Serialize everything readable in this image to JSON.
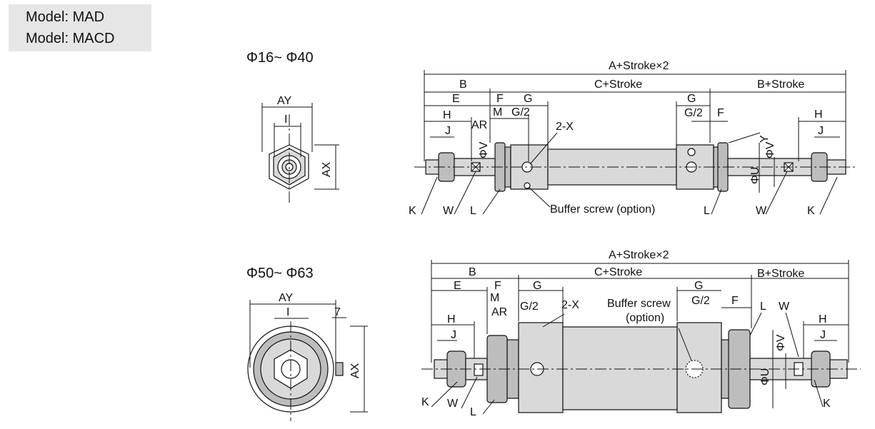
{
  "models": [
    "Model: MAD",
    "Model: MACD"
  ],
  "section1": {
    "title": "Φ16~ Φ40",
    "end_view": {
      "AY": "AY",
      "I": "I",
      "AX": "AX"
    },
    "side": {
      "A_stroke": "A+Stroke×2",
      "B": "B",
      "C_stroke": "C+Stroke",
      "B_stroke": "B+Stroke",
      "E": "E",
      "F": "F",
      "G": "G",
      "H": "H",
      "M": "M",
      "G2": "G/2",
      "J": "J",
      "AR": "AR",
      "X2": "2-X",
      "phiV": "ΦV",
      "phiU": "ΦU",
      "Y": "Y",
      "K": "K",
      "W": "W",
      "L": "L",
      "buffer": "Buffer screw (option)",
      "G_r": "G",
      "G2_r": "G/2",
      "F_r": "F",
      "H_r": "H",
      "J_r": "J",
      "phiV_r": "ΦV",
      "L_r": "L",
      "W_r": "W",
      "K_r": "K"
    }
  },
  "section2": {
    "title": "Φ50~ Φ63",
    "end_view": {
      "AY": "AY",
      "I": "I",
      "AX": "AX",
      "seven": "7"
    },
    "side": {
      "A_stroke": "A+Stroke×2",
      "B": "B",
      "C_stroke": "C+Stroke",
      "B_stroke": "B+Stroke",
      "E": "E",
      "F": "F",
      "G": "G",
      "M": "M",
      "H": "H",
      "AR": "AR",
      "G2": "G/2",
      "X2": "2-X",
      "J": "J",
      "buffer1": "Buffer screw",
      "buffer2": "(option)",
      "G_r": "G",
      "G2_r": "G/2",
      "F_r": "F",
      "L_r": "L",
      "W_r": "W",
      "H_r": "H",
      "J_r": "J",
      "phiV": "ΦV",
      "phiU": "ΦU",
      "K": "K",
      "W": "W",
      "L": "L",
      "K_r": "K"
    }
  }
}
